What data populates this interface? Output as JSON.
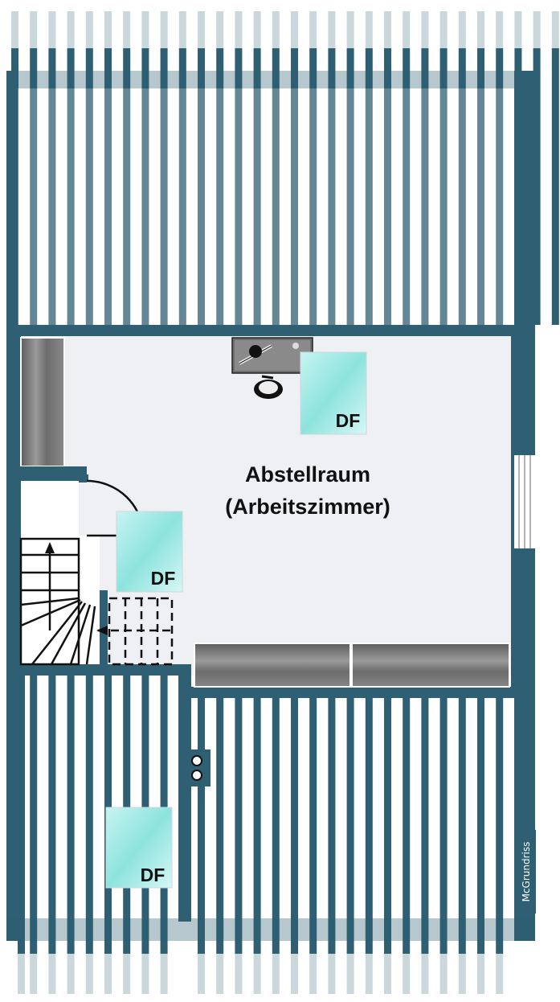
{
  "room": {
    "name_line1": "Abstellraum",
    "name_line2": "(Arbeitszimmer)"
  },
  "windows": {
    "top_label": "DF",
    "middle_label": "DF",
    "bottom_label": "DF"
  },
  "watermark": "McGrundriss",
  "colors": {
    "wall": "#2f5f72",
    "floor": "#eef0f4",
    "roof_stripe": "#2f5f72",
    "skylight": "#a8ece8",
    "cabinet": "#7c7c7c"
  }
}
